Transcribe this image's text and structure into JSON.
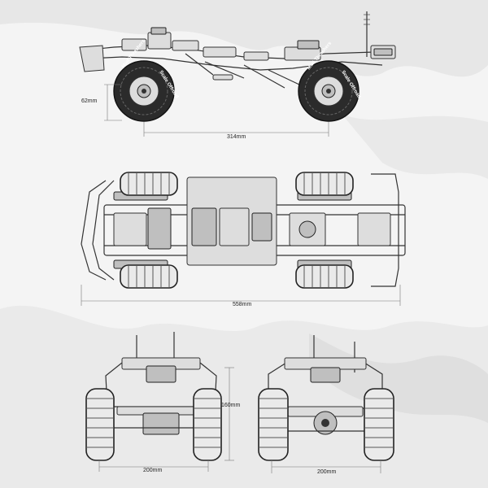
{
  "dimensions": {
    "height_side": "62mm",
    "wheelbase": "314mm",
    "length": "558mm",
    "height_rear": "160mm",
    "width_rear": "200mm",
    "width_front": "200mm"
  },
  "tire_labels": {
    "brand": "Mud Thrashers",
    "sub": "Scale Offroad"
  },
  "colors": {
    "background": "#f4f4f4",
    "line": "#333333",
    "splash": "#d9d9d9"
  }
}
